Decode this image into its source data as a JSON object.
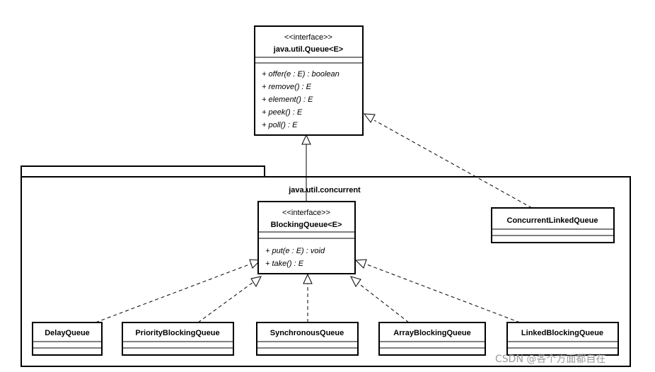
{
  "queue_interface": {
    "stereotype": "<<interface>>",
    "name": "java.util.Queue<E>",
    "methods": [
      "+ offer(e : E) : boolean",
      "+ remove() : E",
      "+ element() : E",
      "+ peek() : E",
      "+ poll() : E"
    ]
  },
  "package": {
    "name": "java.util.concurrent"
  },
  "blocking_interface": {
    "stereotype": "<<interface>>",
    "name": "BlockingQueue<E>",
    "methods": [
      "+ put(e : E) : void",
      "+ take() : E"
    ]
  },
  "concurrent_linked": {
    "name": "ConcurrentLinkedQueue"
  },
  "implementations": [
    {
      "name": "DelayQueue"
    },
    {
      "name": "PriorityBlockingQueue"
    },
    {
      "name": "SynchronousQueue"
    },
    {
      "name": "ArrayBlockingQueue"
    },
    {
      "name": "LinkedBlockingQueue"
    }
  ],
  "watermark": "CSDN @各个方面都自在"
}
